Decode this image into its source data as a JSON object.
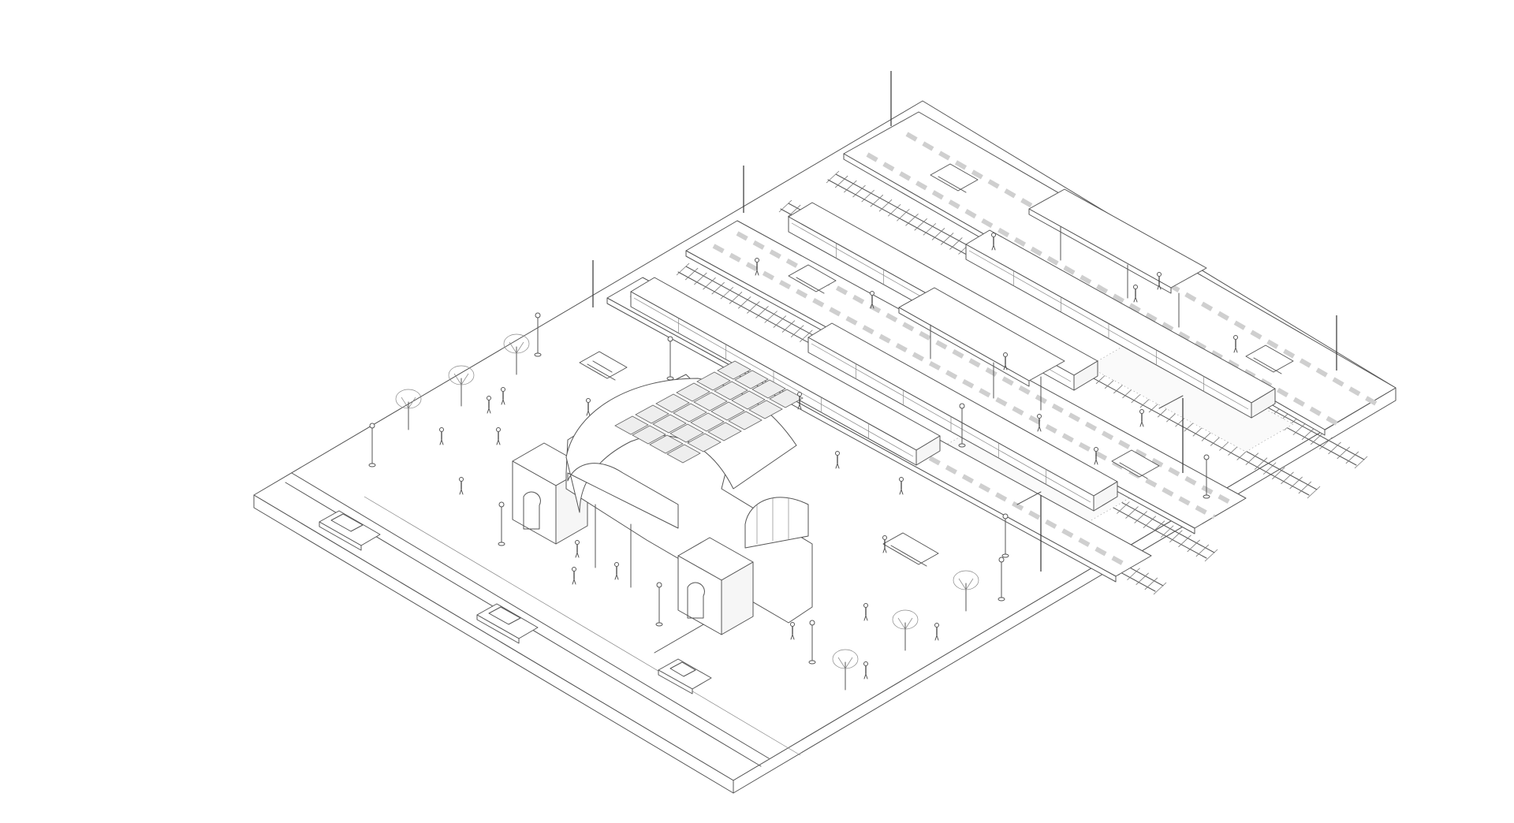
{
  "drawing": {
    "style": "isometric line drawing",
    "background_color": "#ffffff",
    "line_color": "#555555",
    "dash_color": "#cfcfcf"
  },
  "elements": {
    "site_base": "plaza-slab",
    "road": "street",
    "station": "station-hall",
    "trains": 4,
    "platforms": 3,
    "canopies": 2,
    "stairs": 4,
    "cars": 3
  }
}
